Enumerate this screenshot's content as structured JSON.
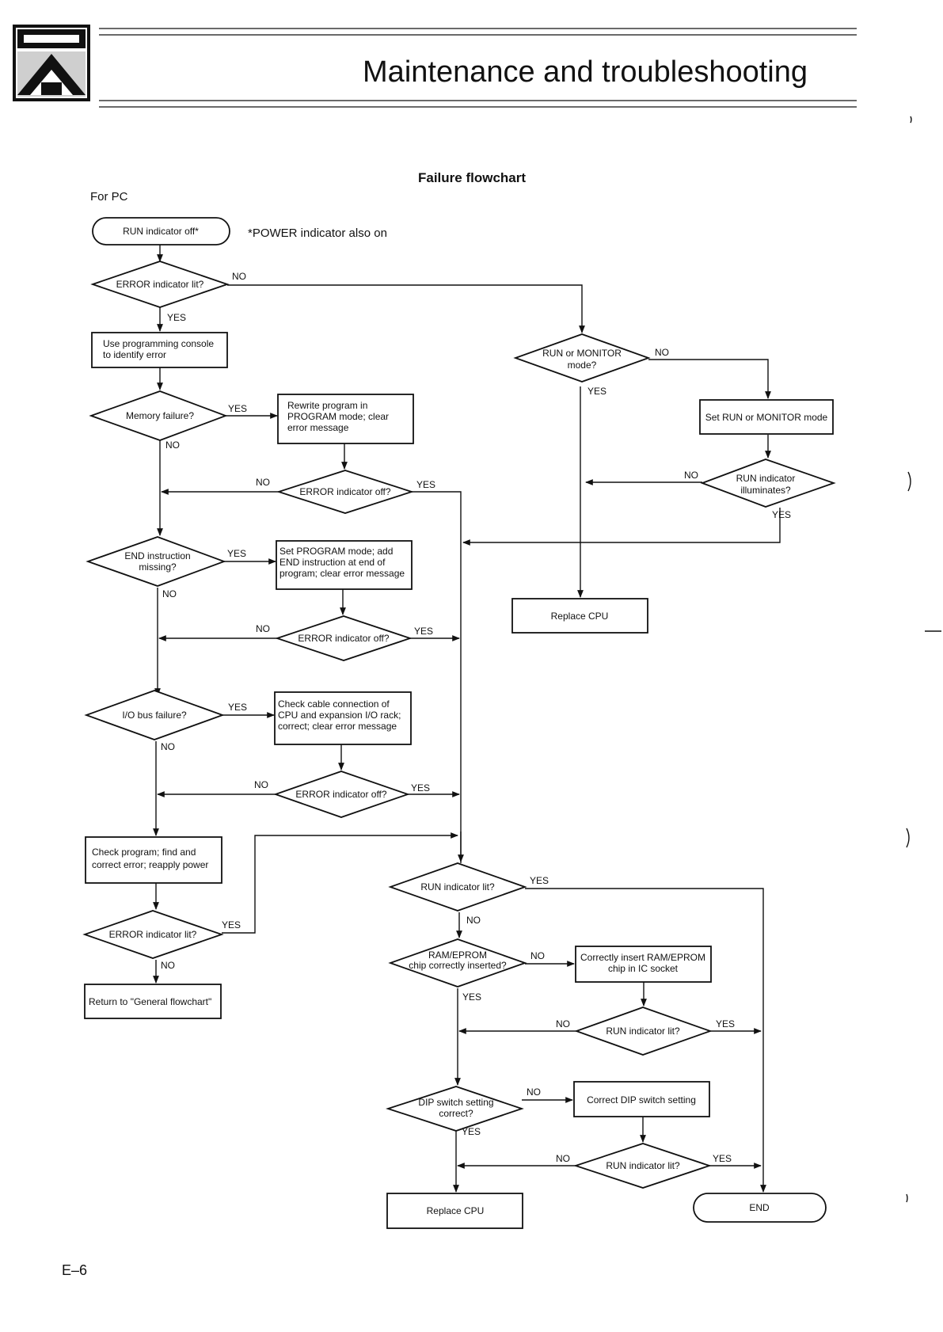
{
  "header": {
    "title": "Maintenance and troubleshooting"
  },
  "flowchart": {
    "title": "Failure flowchart",
    "section_label": "For PC",
    "footnote": "*POWER indicator also on",
    "nodes": {
      "start": "RUN indicator off*",
      "d_error_lit": "ERROR indicator lit?",
      "p_console": [
        "Use programming console",
        "to identify error"
      ],
      "d_mem": "Memory failure?",
      "p_rewrite": [
        "Rewrite program in",
        "PROGRAM mode; clear",
        "error message"
      ],
      "d_err_off1": "ERROR indicator off?",
      "d_end_missing": [
        "END instruction",
        "missing?"
      ],
      "p_set_program": [
        "Set PROGRAM mode; add",
        "END instruction at end of",
        "program; clear error message"
      ],
      "d_err_off2": "ERROR indicator off?",
      "d_io": "I/O bus failure?",
      "p_check_cable": [
        "Check cable connection of",
        "CPU and expansion I/O rack;",
        "correct; clear error message"
      ],
      "d_err_off3": "ERROR indicator off?",
      "p_check_program": [
        "Check program; find and",
        "correct error; reapply power"
      ],
      "d_err_lit2": "ERROR indicator lit?",
      "p_return": "Return to \"General flowchart\"",
      "d_run_monitor": [
        "RUN or MONITOR",
        "mode?"
      ],
      "p_set_run": "Set RUN or MONITOR mode",
      "d_run_illum": [
        "RUN indicator",
        "illuminates?"
      ],
      "p_replace_cpu1": "Replace CPU",
      "d_run_lit1": "RUN indicator lit?",
      "d_ram": [
        "RAM/EPROM",
        "chip correctly inserted?"
      ],
      "p_insert_ram": [
        "Correctly insert RAM/EPROM",
        "chip in IC socket"
      ],
      "d_run_lit2": "RUN indicator lit?",
      "d_dip": [
        "DIP switch setting",
        "correct?"
      ],
      "p_dip": "Correct DIP switch setting",
      "d_run_lit3": "RUN indicator lit?",
      "p_replace_cpu2": "Replace CPU",
      "end": "END"
    },
    "yes": "YES",
    "no": "NO"
  },
  "footer": {
    "page_number": "E–6"
  }
}
